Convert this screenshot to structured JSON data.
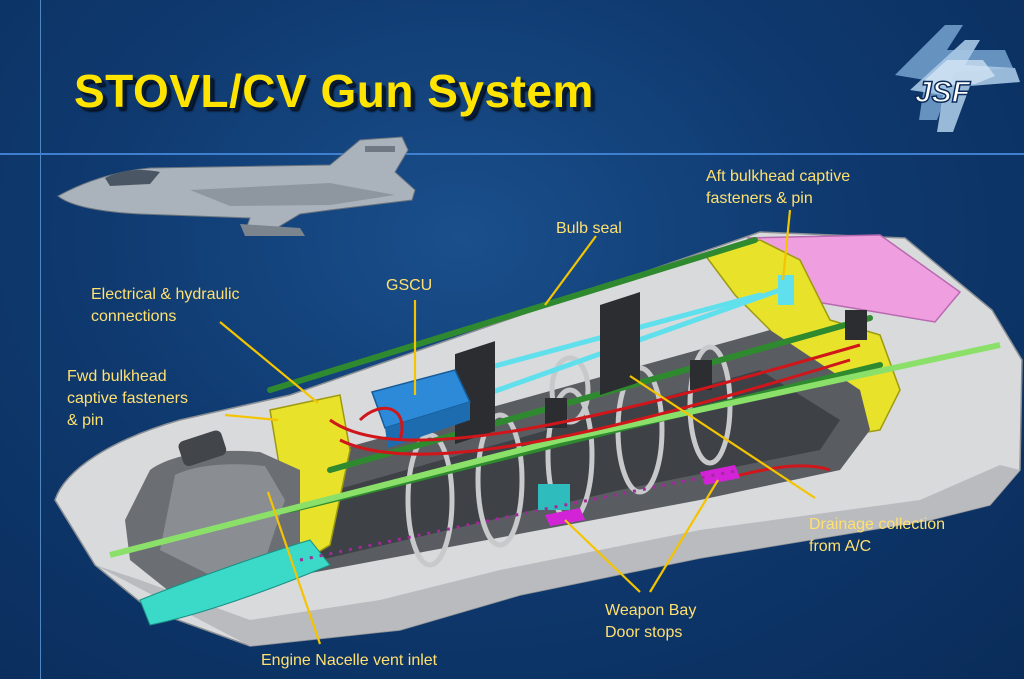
{
  "title": "STOVL/CV Gun System",
  "logo": {
    "text": "JSF"
  },
  "labels": {
    "aft_bulkhead": "Aft bulkhead captive\nfasteners & pin",
    "bulb_seal": "Bulb seal",
    "gscu": "GSCU",
    "electrical": "Electrical & hydraulic\nconnections",
    "fwd_bulkhead": "Fwd bulkhead\ncaptive fasteners\n& pin",
    "drainage": "Drainage collection\nfrom A/C",
    "door_stops": "Weapon Bay\nDoor stops",
    "engine_inlet": "Engine Nacelle vent inlet"
  },
  "colors": {
    "title": "#ffe400",
    "label": "#ffe070",
    "leader": "#f5c400",
    "background": "#0f3a70"
  }
}
